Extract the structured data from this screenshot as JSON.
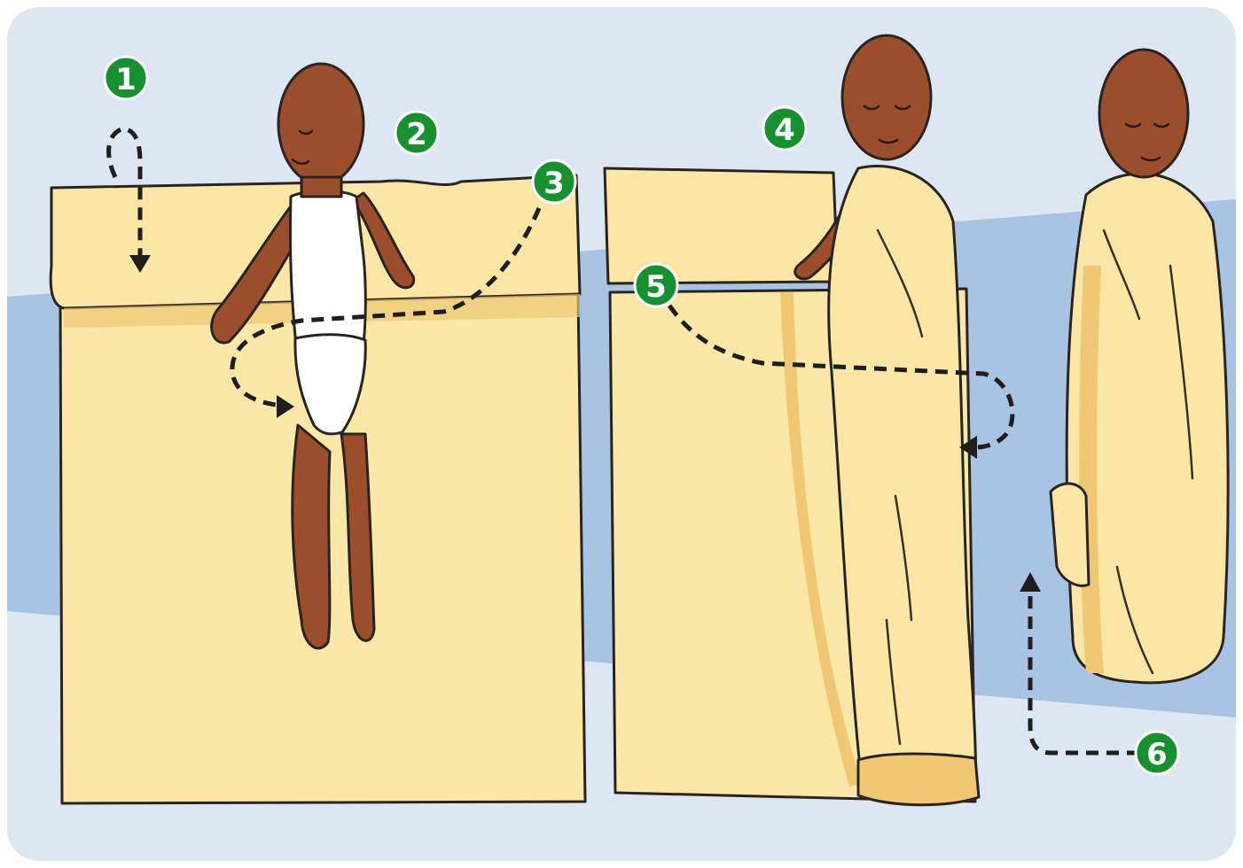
{
  "steps": [
    {
      "number": "1"
    },
    {
      "number": "2"
    },
    {
      "number": "3"
    },
    {
      "number": "4"
    },
    {
      "number": "5"
    },
    {
      "number": "6"
    }
  ],
  "colors": {
    "background_light": "#dce7f2",
    "band_blue": "#a9c3e3",
    "blanket": "#fbe7a8",
    "blanket_shadow": "#f0c873",
    "badge_green": "#17912f",
    "baby_skin": "#9a4e2c",
    "dash_color": "#1e1e1e"
  },
  "icons": [
    "dashed-arrow-down",
    "dashed-arrow-curve",
    "dashed-arrow-up"
  ]
}
